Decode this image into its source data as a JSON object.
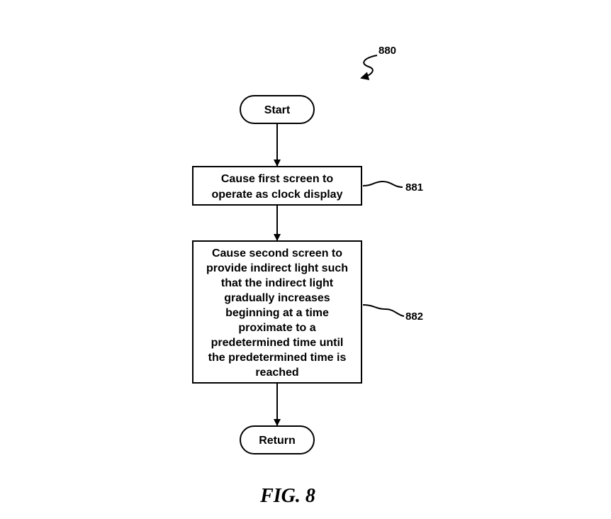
{
  "figure": {
    "ref": "880",
    "caption": "FIG. 8"
  },
  "nodes": {
    "start": {
      "label": "Start"
    },
    "step881": {
      "ref": "881",
      "lines": [
        "Cause first screen to",
        "operate as clock display"
      ]
    },
    "step882": {
      "ref": "882",
      "lines": [
        "Cause second screen to",
        "provide indirect light such",
        "that the indirect light",
        "gradually increases",
        "beginning at a time",
        "proximate to a",
        "predetermined time until",
        "the predetermined time is",
        "reached"
      ]
    },
    "return": {
      "label": "Return"
    }
  },
  "edges": [
    {
      "from": "start",
      "to": "step881"
    },
    {
      "from": "step881",
      "to": "step882"
    },
    {
      "from": "step882",
      "to": "return"
    }
  ]
}
